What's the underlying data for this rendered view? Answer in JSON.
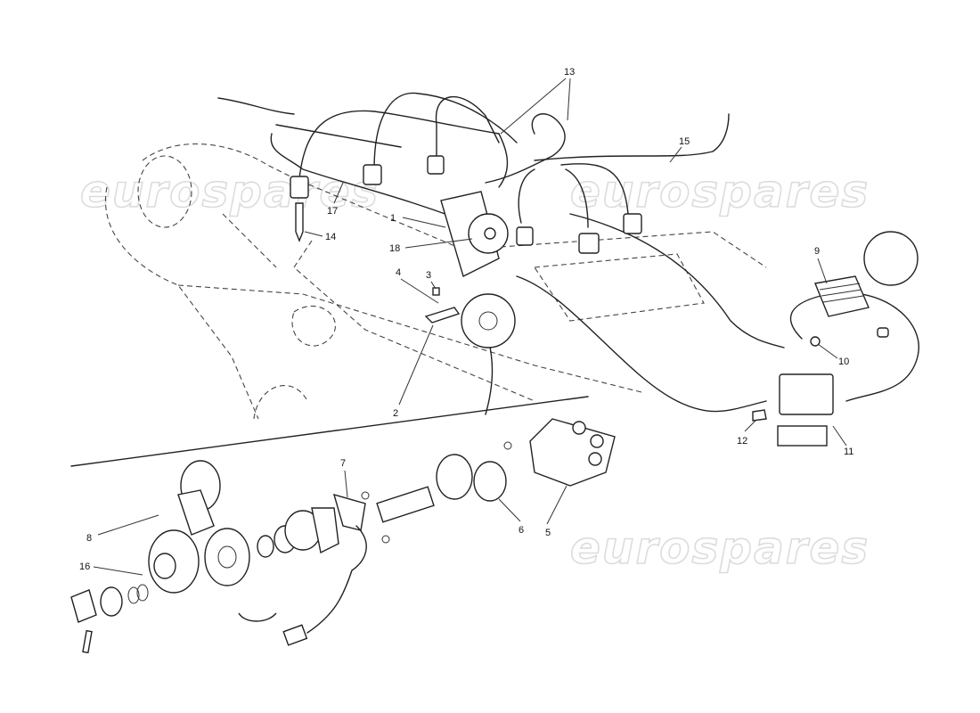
{
  "watermark": {
    "text": "eurospares",
    "color": "#d9d9d9"
  },
  "callouts": [
    "1",
    "2",
    "3",
    "4",
    "5",
    "6",
    "7",
    "8",
    "9",
    "10",
    "11",
    "12",
    "13",
    "14",
    "15",
    "16",
    "17",
    "18"
  ],
  "colors": {
    "line": "#222222",
    "background": "#ffffff"
  }
}
